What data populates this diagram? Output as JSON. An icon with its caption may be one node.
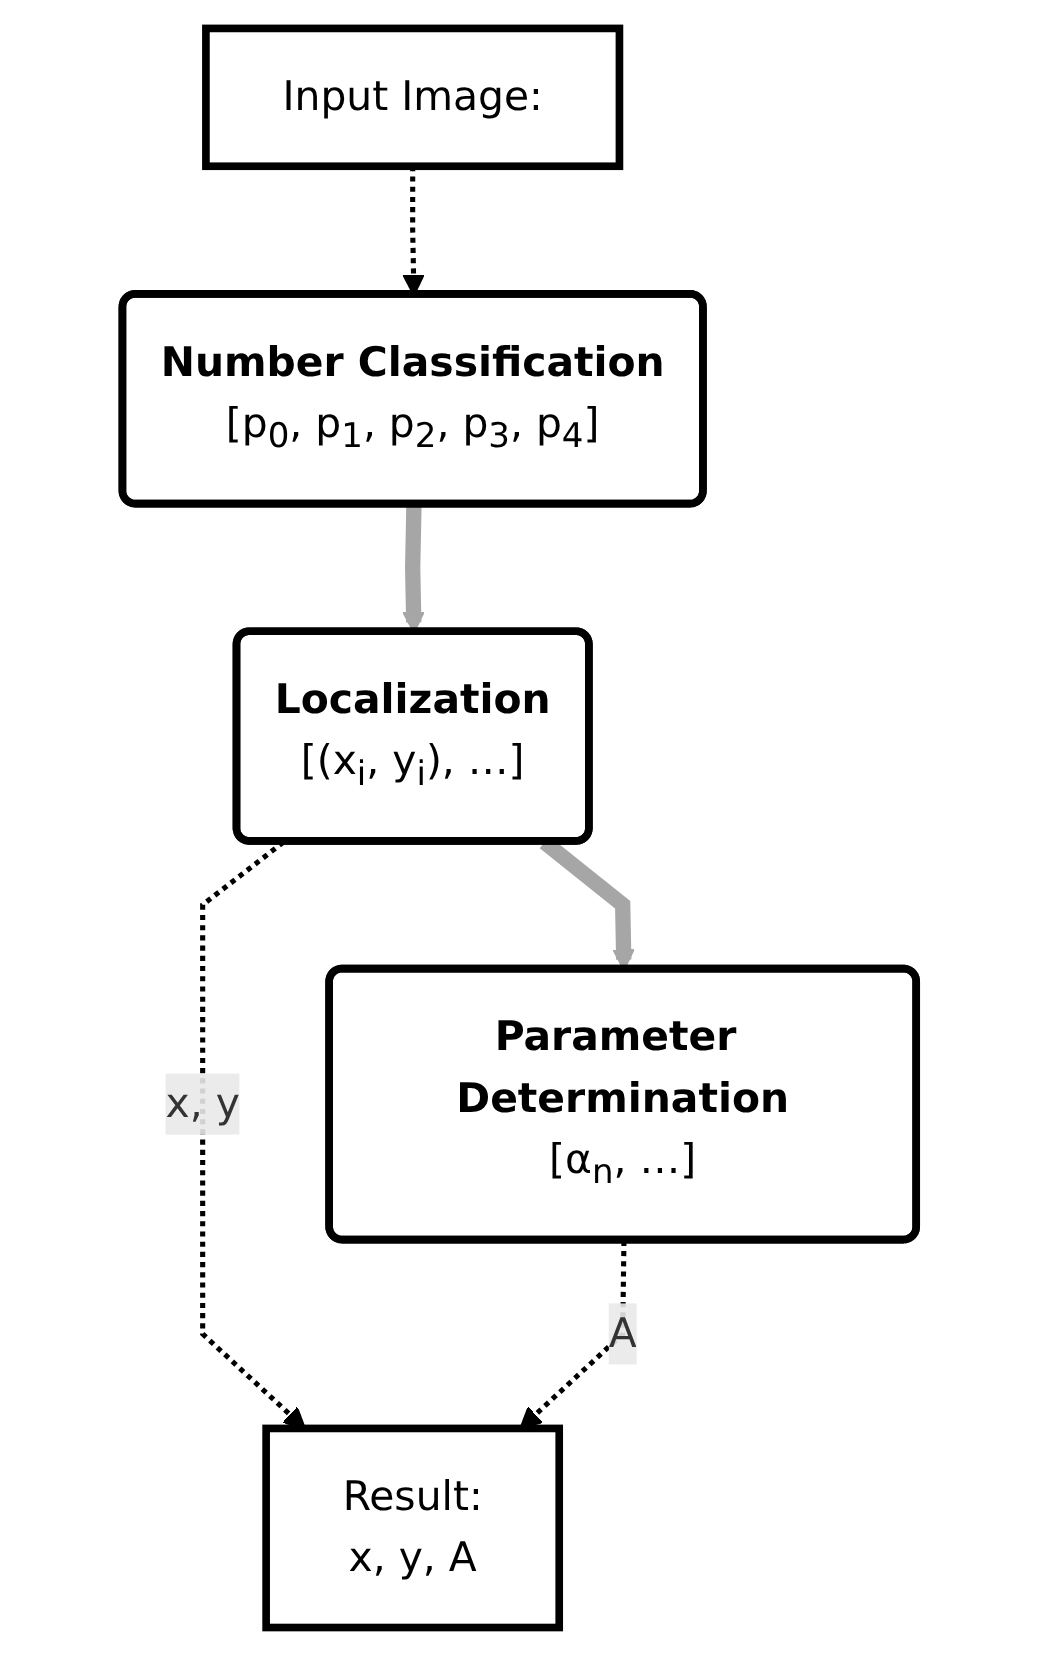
{
  "diagram": {
    "nodes": [
      {
        "text": [
          "Input Image:"
        ]
      },
      {
        "text": [
          "Number Classification",
          "[p$_{0}$, p$_{1}$, p$_{2}$, p$_{3}$, p$_{4}$]"
        ]
      },
      {
        "text": [
          "Localization",
          "[(x$_{i}$, y$_{i}$), …]"
        ]
      },
      {
        "text": [
          "Parameter Determination",
          "[α$_{n}$, …]"
        ]
      },
      {
        "text": [
          "Result:",
          "x, y, A"
        ]
      }
    ],
    "edges": [
      {
        "from": 0,
        "to": 1,
        "arrow": "to",
        "style": "dashed"
      },
      {
        "from": 1,
        "to": 2,
        "arrow": "to",
        "style": "thick",
        "color": "#a6a6a6"
      },
      {
        "from": 2,
        "to": 3,
        "arrow": "to",
        "style": "thick",
        "color": "#a6a6a6"
      },
      {
        "from": 2,
        "to": 4,
        "arrow": "to",
        "style": "dashed",
        "label": "x, y"
      },
      {
        "from": 3,
        "to": 4,
        "arrow": "to",
        "style": "dashed",
        "label": "A"
      }
    ]
  }
}
